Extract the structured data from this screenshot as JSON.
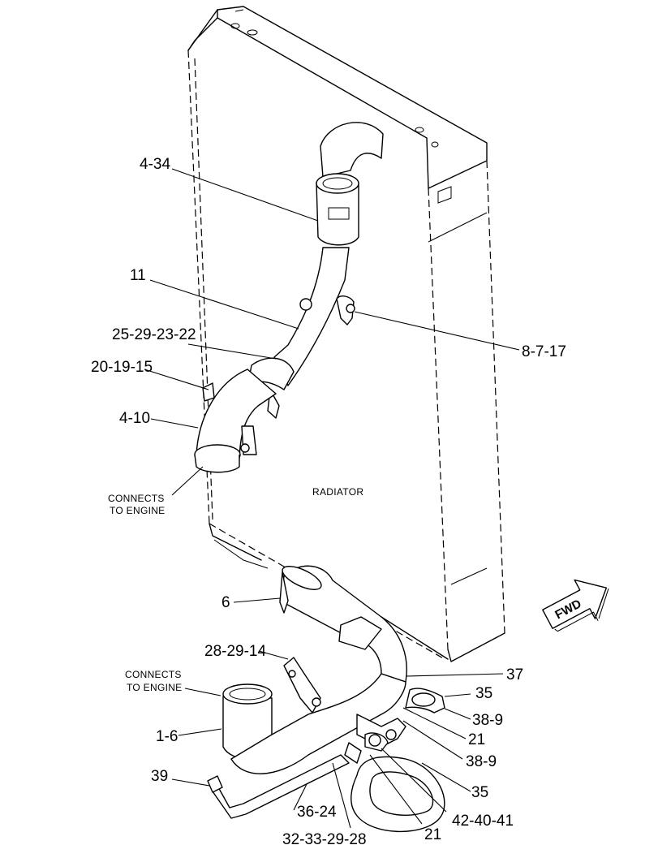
{
  "callouts": {
    "c_4_34": "4-34",
    "c_11": "11",
    "c_25_29_23_22": "25-29-23-22",
    "c_20_19_15": "20-19-15",
    "c_4_10": "4-10",
    "c_8_7_17": "8-7-17",
    "c_6": "6",
    "c_28_29_14": "28-29-14",
    "c_37": "37",
    "c_35a": "35",
    "c_38_9a": "38-9",
    "c_21a": "21",
    "c_38_9b": "38-9",
    "c_35b": "35",
    "c_1_6": "1-6",
    "c_39": "39",
    "c_36_24": "36-24",
    "c_42_40_41": "42-40-41",
    "c_21b": "21",
    "c_32_33_29_28": "32-33-29-28"
  },
  "notes": {
    "connects_upper_1": "CONNECTS",
    "connects_upper_2": "TO ENGINE",
    "radiator": "RADIATOR",
    "connects_lower_1": "CONNECTS",
    "connects_lower_2": "TO ENGINE"
  },
  "fwd_arrow": {
    "label": "FWD"
  }
}
